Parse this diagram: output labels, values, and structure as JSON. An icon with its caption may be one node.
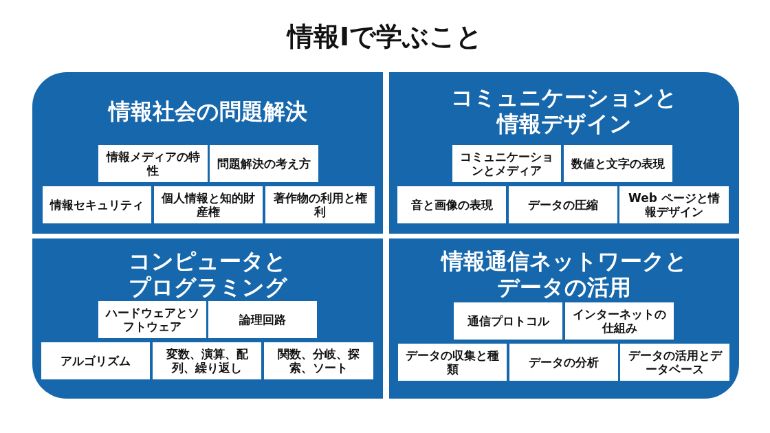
{
  "diagram": {
    "title": "情報Ⅰで学ぶこと",
    "nodes": [
      {
        "text": [
          "情報社会の問題解決"
        ]
      },
      {
        "text": [
          "情報メディアの特性"
        ],
        "in": 0
      },
      {
        "text": [
          "問題解決の考え方"
        ],
        "in": 0
      },
      {
        "text": [
          "情報セキュリティ"
        ],
        "in": 0
      },
      {
        "text": [
          "個人情報と知的財産権"
        ],
        "in": 0
      },
      {
        "text": [
          "著作物の利用と権利"
        ],
        "in": 0
      },
      {
        "text": [
          "コミュニケーションと情報デザイン"
        ]
      },
      {
        "text": [
          "コミュニケーションとメディア"
        ],
        "in": 6
      },
      {
        "text": [
          "数値と文字の表現"
        ],
        "in": 6
      },
      {
        "text": [
          "音と画像の表現"
        ],
        "in": 6
      },
      {
        "text": [
          "データの圧縮"
        ],
        "in": 6
      },
      {
        "text": [
          "Web ページと情報デザイン"
        ],
        "in": 6
      },
      {
        "text": [
          "コンピュータとプログラミング"
        ]
      },
      {
        "text": [
          "ハードウェアとソフトウェア"
        ],
        "in": 12
      },
      {
        "text": [
          "論理回路"
        ],
        "in": 12
      },
      {
        "text": [
          "アルゴリズム"
        ],
        "in": 12
      },
      {
        "text": [
          "変数、演算、配列、繰り返し"
        ],
        "in": 12
      },
      {
        "text": [
          "関数、分岐、探索、ソート"
        ],
        "in": 12
      },
      {
        "text": [
          "情報通信ネットワークとデータの活用"
        ]
      },
      {
        "text": [
          "通信プロトコル"
        ],
        "in": 18
      },
      {
        "text": [
          "インターネットの仕組み"
        ],
        "in": 18
      },
      {
        "text": [
          "データの収集と種類"
        ],
        "in": 18
      },
      {
        "text": [
          "データの分析"
        ],
        "in": 18
      },
      {
        "text": [
          "データの活用とデータベース"
        ],
        "in": 18
      }
    ],
    "edges": []
  }
}
